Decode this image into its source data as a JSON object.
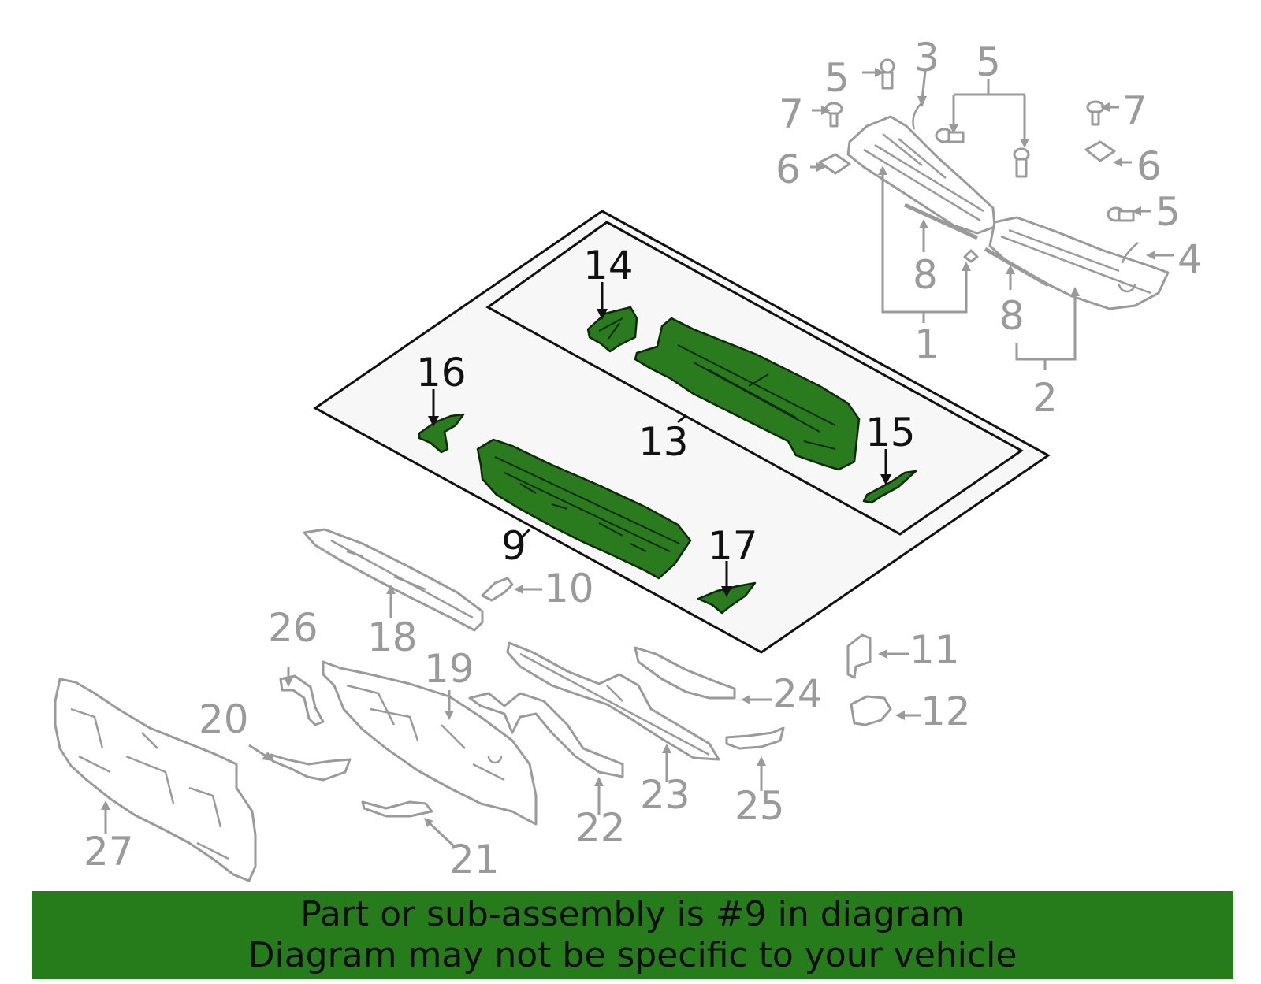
{
  "callouts": {
    "c1": "1",
    "c2": "2",
    "c3": "3",
    "c4": "4",
    "c5a": "5",
    "c5b": "5",
    "c5c": "5",
    "c6a": "6",
    "c6b": "6",
    "c7a": "7",
    "c7b": "7",
    "c8a": "8",
    "c8b": "8",
    "c9": "9",
    "c10": "10",
    "c11": "11",
    "c12": "12",
    "c13": "13",
    "c14": "14",
    "c15": "15",
    "c16": "16",
    "c17": "17",
    "c18": "18",
    "c19": "19",
    "c20": "20",
    "c21": "21",
    "c22": "22",
    "c23": "23",
    "c24": "24",
    "c25": "25",
    "c26": "26",
    "c27": "27"
  },
  "colors": {
    "highlight_part": "#2a7a1e",
    "banner": "#267c1b",
    "outline_gray": "#9a9a9a"
  },
  "banner": {
    "line1": "Part or sub-assembly is #9 in diagram",
    "line2": "Diagram may not be specific to your vehicle"
  }
}
